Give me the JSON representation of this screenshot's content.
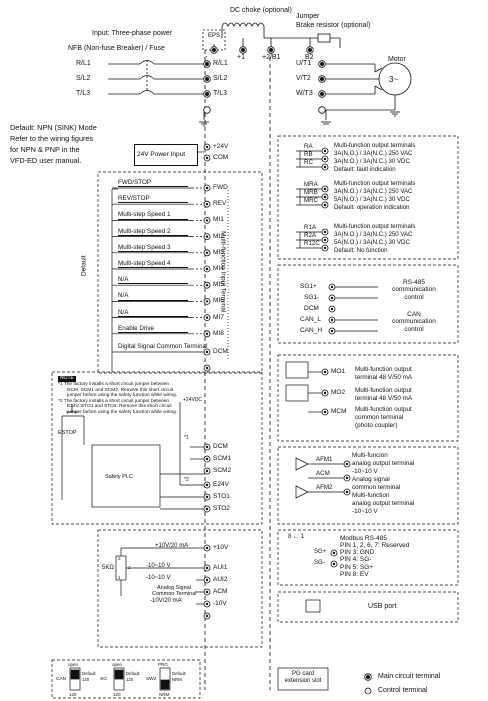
{
  "top": {
    "dc_choke": "DC choke (optional)",
    "jumper": "Jumper",
    "brake_resistor": "Brake resistor (optional)",
    "input": "Input: Three-phase power",
    "nfb": "NFB (Non-fuse Breaker) / Fuse",
    "eps": "EPS",
    "plus1": "+1",
    "plus2b1": "+2/B1",
    "b2": "B2",
    "minus": "-",
    "motor": "Motor",
    "motor_symbol": "3~",
    "left_labels": [
      "R/L1",
      "S/L2",
      "T/L3"
    ],
    "right_inputs": [
      "R/L1",
      "S/L2",
      "T/L3"
    ],
    "outputs": [
      "U/T1",
      "V/T2",
      "W/T3"
    ]
  },
  "default_note": [
    "Default: NPN (SINK) Mode",
    "Refer to the wiring figures",
    "for NPN & PNP in the",
    "VFD-ED user manual."
  ],
  "power_box": {
    "label": "24V Power Input",
    "terminals": [
      "+24V",
      "COM"
    ]
  },
  "inputs": {
    "vertical_label": "Default",
    "side_label": "Multi-function Input Terminal",
    "labels": [
      "FWD/STOP",
      "REV/STOP",
      "Multi-step Speed 1",
      "Multi-step Speed 2",
      "Multi-step Speed 3",
      "Multi-step Speed 4",
      "N/A",
      "N/A",
      "N/A",
      "Enable Drive",
      "Digital Signal Common Terminal"
    ],
    "terminals": [
      "FWD",
      "REV",
      "MI1",
      "MI2",
      "MI3",
      "MI4",
      "MI5",
      "MI6",
      "MI7",
      "MI8",
      "DCM"
    ]
  },
  "relays": [
    {
      "pins": [
        "RA",
        "RB",
        "RC"
      ],
      "lines": [
        "Multi-function output terminals",
        "3A(N.O.) / 3A(N.C.) 250 VAC",
        "3A(N.O.) / 3A(N.C.) 30 VDC",
        "Default: fault indication"
      ]
    },
    {
      "pins": [
        "MRA",
        "MRB",
        "MRC"
      ],
      "lines": [
        "Multi-function output terminals",
        "3A(N.O.) / 3A(N.C.) 250 VAC",
        "5A(N.O.) / 3A(N.C.) 30 VDC",
        "Default: operation indication"
      ]
    },
    {
      "pins": [
        "R1A",
        "R2A",
        "R12C"
      ],
      "lines": [
        "Multi-function output terminals",
        "3A(N.O.) / 3A(N.C.) 250 VAC",
        "5A(N.O.) / 3A(N.C.) 30 VDC",
        "Default: No function"
      ]
    }
  ],
  "comm": {
    "pins": [
      "SG1+",
      "SG1-",
      "DCM",
      "CAN_L",
      "CAN_H"
    ],
    "rs485": [
      "RS-485",
      "communication",
      "control"
    ],
    "can": [
      "CAN",
      "communication",
      "control"
    ]
  },
  "safety": {
    "note_tag": "NOTE",
    "note1": [
      "*1  The factory installs a short circuit jumper between",
      "DCM, SCM1 and SCM2. Remove this short circuit",
      "jumper before using the safety function while wiring."
    ],
    "note2": [
      "*2  The factory installs a short circuit jumper between",
      "E24V, STO1 and STO2. Remove this short circuit",
      "jumper before using the safety function while wiring."
    ],
    "v24": "+24VDC",
    "estop": "ESTOP",
    "plc": "Safety PLC",
    "mark1": "*1",
    "mark2": "*2",
    "terminals": [
      "DCM",
      "SCM1",
      "SCM2",
      "E24V",
      "STO1",
      "STO2"
    ]
  },
  "mo": {
    "terminals": [
      "MO1",
      "MO2",
      "MCM"
    ],
    "desc1": [
      "Multi-function output",
      "terminal 48 V/50 mA"
    ],
    "desc2": [
      "Multi-function output",
      "terminal 48 V/50 mA"
    ],
    "desc3": [
      "Multi-function output",
      "common terminal",
      "(photo coupler)"
    ]
  },
  "afm": {
    "terminals": [
      "AFM1",
      "ACM",
      "AFM2"
    ],
    "desc1": [
      "Multi-funcion",
      "analog output terminal",
      "-10~10 V"
    ],
    "desc2": [
      "Analog signal",
      "common terminal"
    ],
    "desc3": [
      "Multi-function",
      "analog output terminal",
      "-10~10 V"
    ]
  },
  "analog": {
    "v10": "+10V/20 mA",
    "r1": "-10~10 V",
    "r2": "-10~10 V",
    "common": [
      "Analog Signal",
      "Common Terminal"
    ],
    "v10n": "-10V/20 mA",
    "pot": "5KΩ",
    "pot_pins": [
      "3",
      "2",
      "1"
    ],
    "terminals": [
      "+10V",
      "AUI1",
      "AUI2",
      "ACM",
      "-10V"
    ]
  },
  "modbus": {
    "pin_range": "8 ← 1",
    "pins": [
      "SG+",
      "SG-"
    ],
    "lines": [
      "Modbus RS-485",
      "PIN 1, 2, 6, 7: Reserved",
      "PIN 3: GND",
      "PIN 4: SG-",
      "PIN 5: SG+",
      "PIN 8: EV"
    ]
  },
  "usb": "USB port",
  "switches": [
    {
      "name": "CAN",
      "top": "open",
      "mid": [
        "Default",
        "120"
      ],
      "bottom": "120"
    },
    {
      "name": "SG",
      "top": "open",
      "mid": [
        "Default",
        "120"
      ],
      "bottom": "120"
    },
    {
      "name": "SW2",
      "top": "PRG",
      "mid": [
        "Default",
        "NRM"
      ],
      "bottom": "NRM"
    }
  ],
  "pg_card": [
    "PG card",
    "extension slot"
  ],
  "legend": {
    "main": "Main circuit terminal",
    "control": "Control terminal"
  }
}
